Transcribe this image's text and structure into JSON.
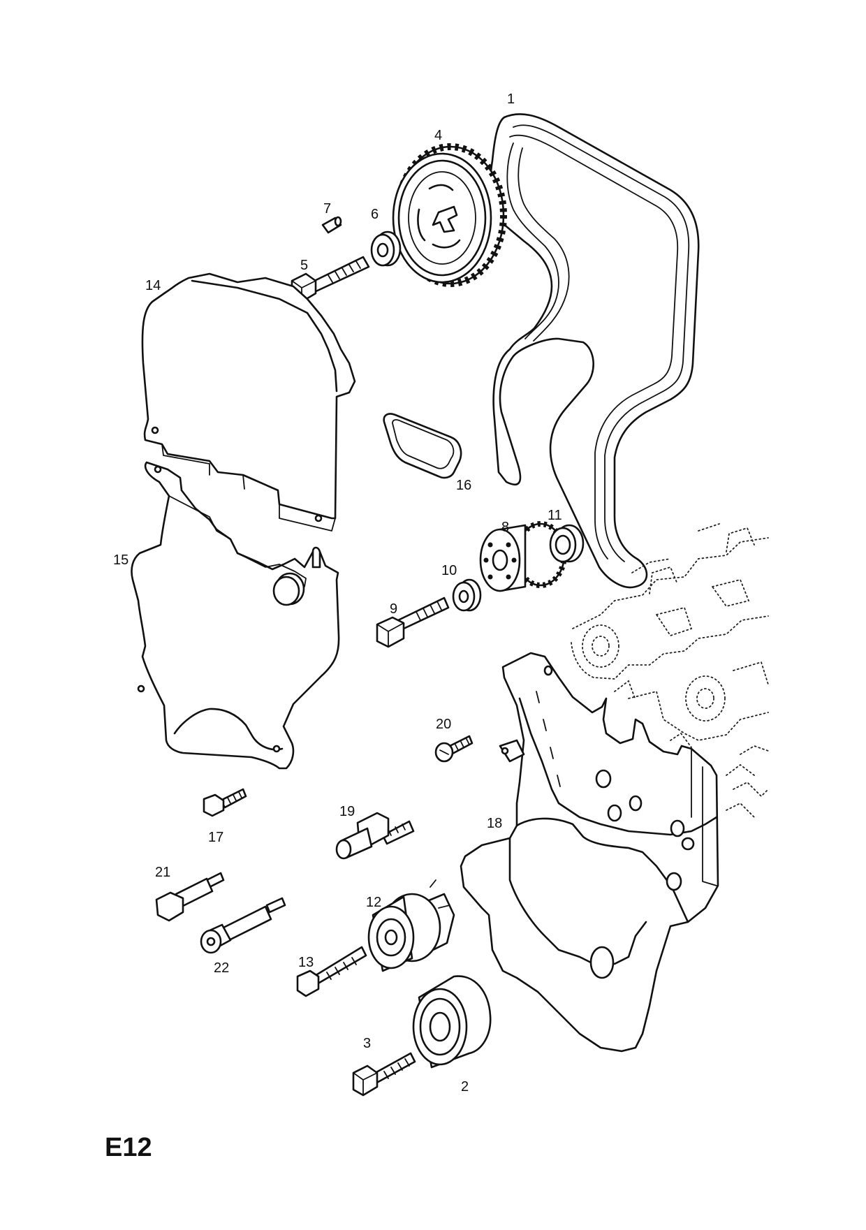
{
  "page_code": "E12",
  "callouts": [
    "1",
    "2",
    "3",
    "4",
    "5",
    "6",
    "7",
    "8",
    "9",
    "10",
    "11",
    "12",
    "13",
    "14",
    "15",
    "16",
    "17",
    "18",
    "19",
    "20",
    "21",
    "22"
  ]
}
